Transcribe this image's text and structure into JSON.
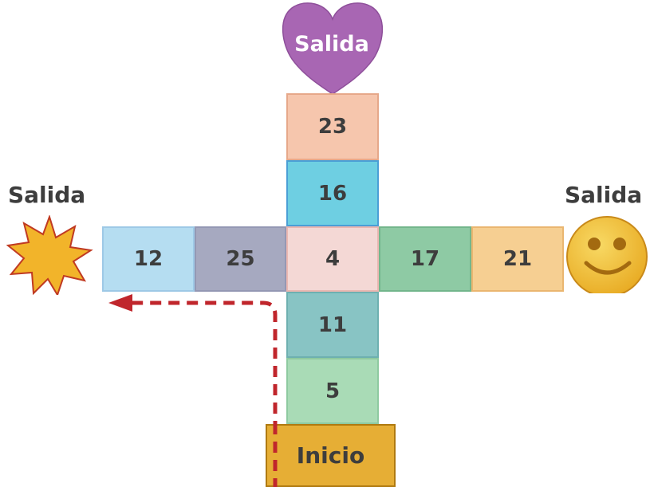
{
  "exits": {
    "top": {
      "label": "Salida",
      "shape": "heart",
      "color": "#a866b3"
    },
    "left": {
      "label": "Salida",
      "shape": "sun-star-icon",
      "color": "#f2b42a"
    },
    "right": {
      "label": "Salida",
      "shape": "smiley-face-icon",
      "color": "#f0c23a"
    }
  },
  "start": {
    "label": "Inicio",
    "color": "#e6ae35"
  },
  "cells": {
    "c23": {
      "value": "23",
      "fill": "#f6c6ad",
      "border": "#e6a88a"
    },
    "c16": {
      "value": "16",
      "fill": "#6ecfe2",
      "border": "#4a9fd6"
    },
    "c12": {
      "value": "12",
      "fill": "#b5ddf1",
      "border": "#9ec9e6"
    },
    "c25": {
      "value": "25",
      "fill": "#a6a9c0",
      "border": "#9498b4"
    },
    "c4": {
      "value": "4",
      "fill": "#f4d8d5",
      "border": "#eab7b1"
    },
    "c17": {
      "value": "17",
      "fill": "#8ecaa4",
      "border": "#73b68c"
    },
    "c21": {
      "value": "21",
      "fill": "#f6cf92",
      "border": "#eab670"
    },
    "c11": {
      "value": "11",
      "fill": "#88c4c4",
      "border": "#6eb0b0"
    },
    "c5": {
      "value": "5",
      "fill": "#a9dbb6",
      "border": "#8ecaa0"
    }
  },
  "path": {
    "color": "#c0262c",
    "style": "dashed"
  }
}
